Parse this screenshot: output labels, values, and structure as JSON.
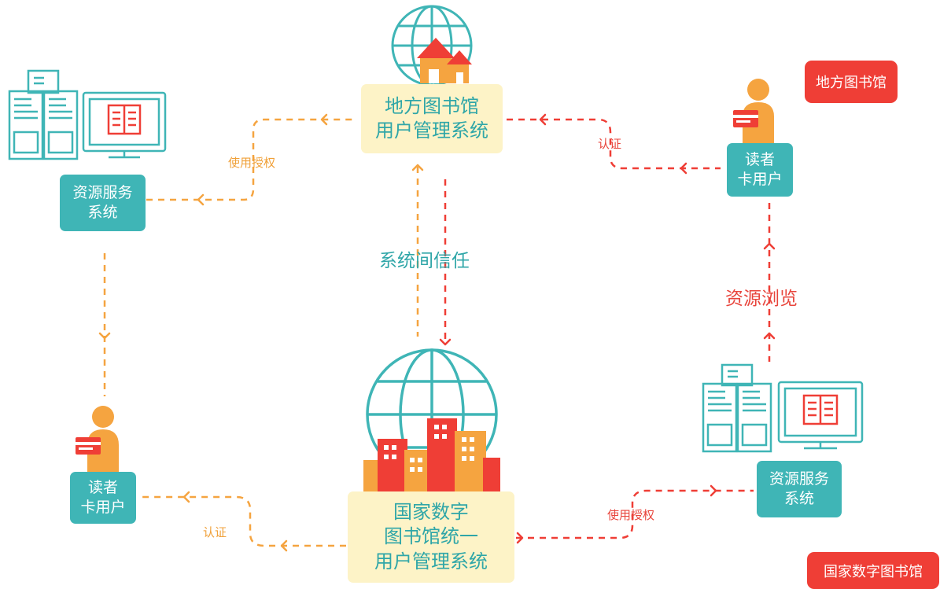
{
  "local_system": [
    "地方图书馆",
    "用户管理系统"
  ],
  "national_system": [
    "国家数字",
    "图书馆统一",
    "用户管理系统"
  ],
  "resource_left": [
    "资源服务",
    "系统"
  ],
  "resource_right": [
    "资源服务",
    "系统"
  ],
  "reader_top": [
    "读者",
    "卡用户"
  ],
  "reader_bottom": [
    "读者",
    "卡用户"
  ],
  "tag_local": "地方图书馆",
  "tag_national": "国家数字图书馆",
  "label_trust": "系统间信任",
  "label_browse": "资源浏览",
  "label_auth_left": "使用授权",
  "label_auth_right": "使用授权",
  "label_cert_top": "认证",
  "label_cert_bottom": "认证",
  "colors": {
    "teal": "#3fb5b6",
    "cream": "#fdf3c7",
    "orange": "#f5a440",
    "red": "#ef3e36"
  }
}
